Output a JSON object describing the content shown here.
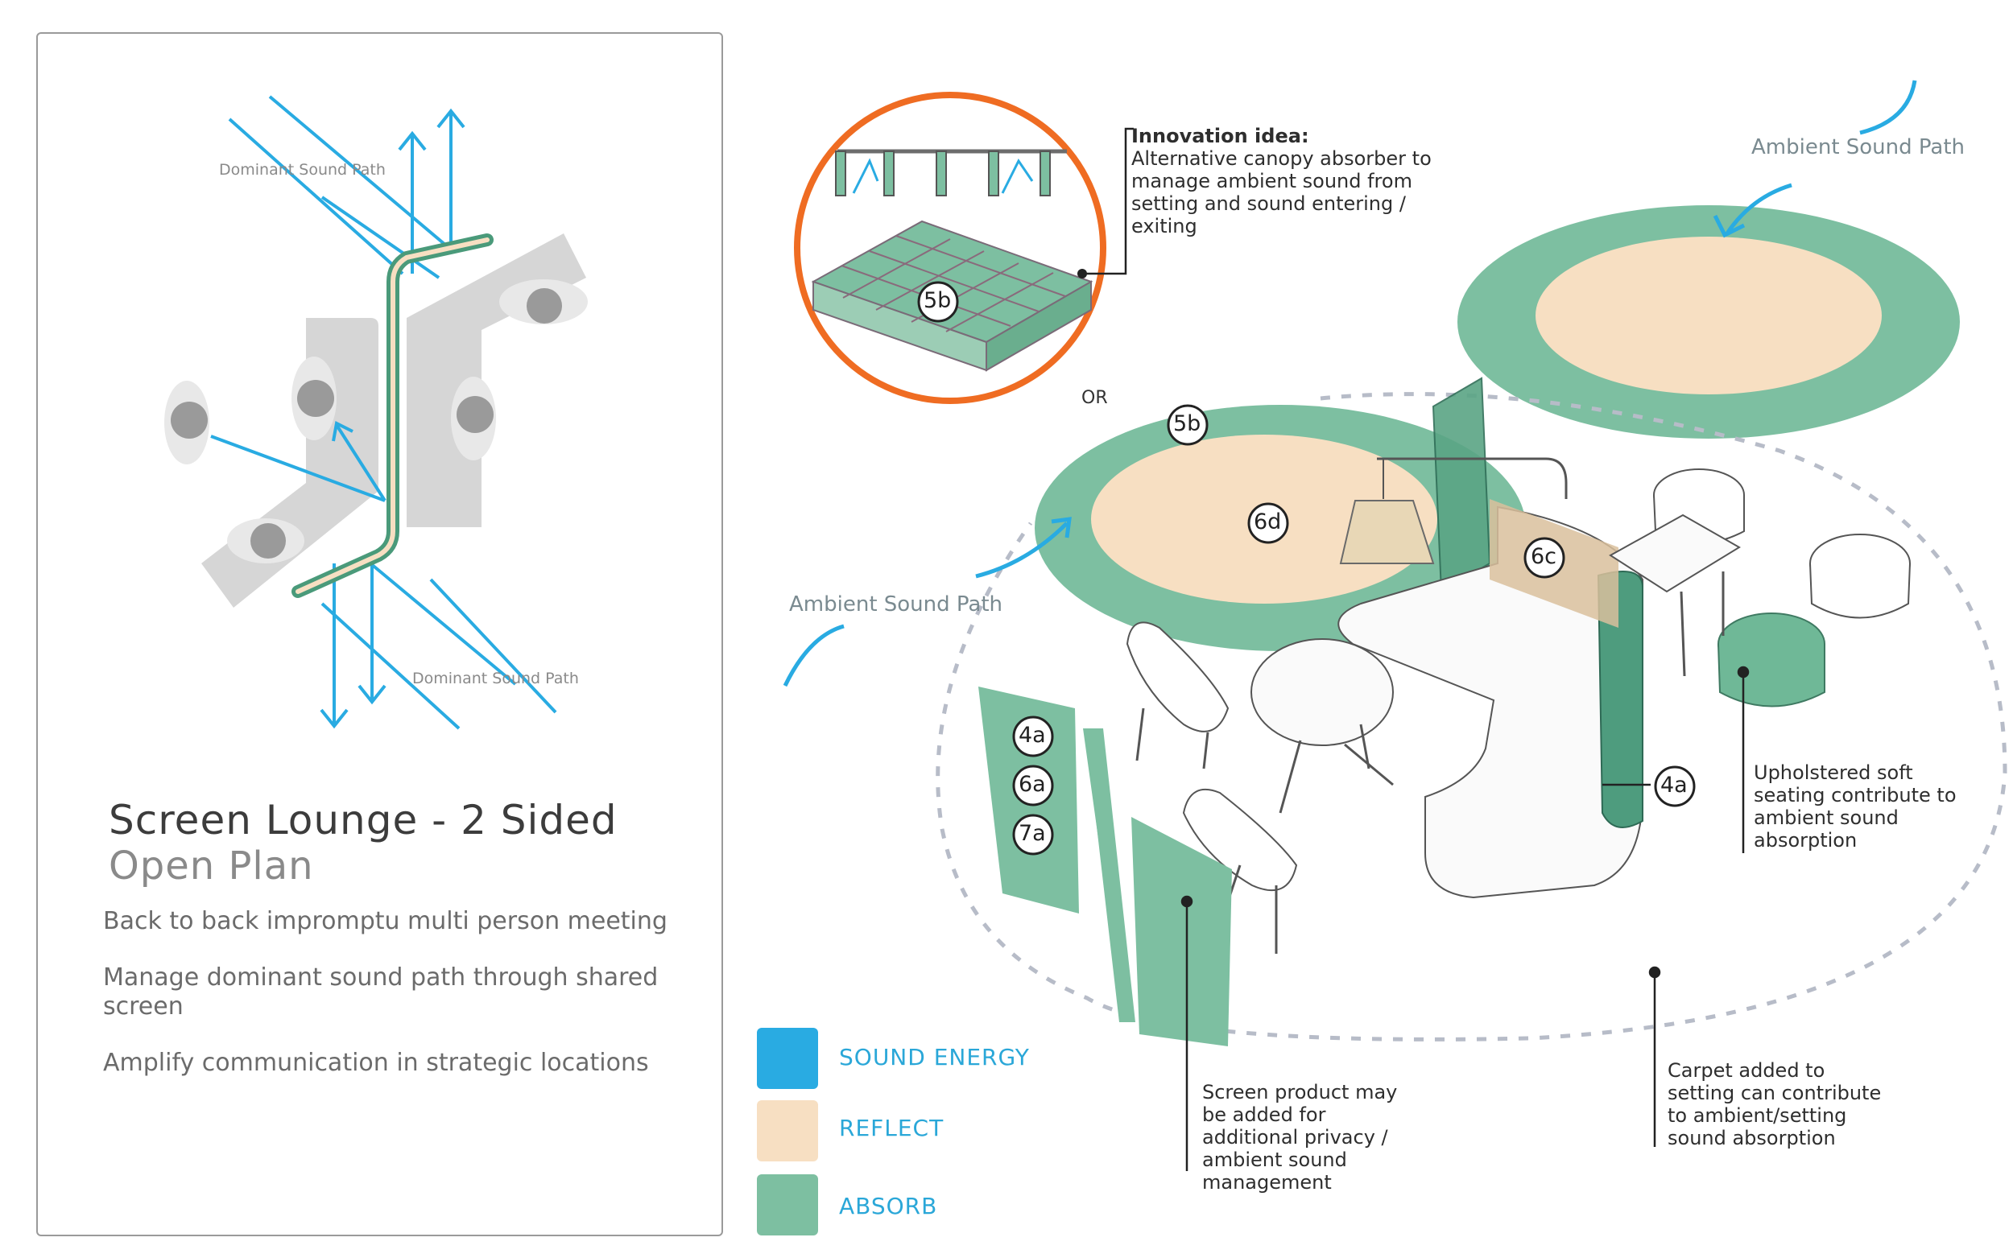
{
  "left_panel": {
    "title": "Screen Lounge - 2 Sided",
    "subtitle": "Open Plan",
    "bullets": [
      "Back to back impromptu multi person meeting",
      "Manage dominant sound path through shared screen",
      "Amplify communication in strategic locations"
    ],
    "dominant_label_top": "Dominant Sound Path",
    "dominant_label_bottom": "Dominant Sound Path"
  },
  "legend": {
    "items": [
      {
        "label": "SOUND ENERGY",
        "color": "#29abe2"
      },
      {
        "label": "REFLECT",
        "color": "#f7dfc2"
      },
      {
        "label": "ABSORB",
        "color": "#7dbfa1"
      }
    ]
  },
  "colors": {
    "sound": "#29abe2",
    "reflect": "#f7dfc2",
    "absorb": "#7dbfa1",
    "absorb_dark": "#4a9a7a",
    "orange": "#ef6c22",
    "furniture": "#d5d5d5"
  },
  "annotations": {
    "innovation_title": "Innovation idea:",
    "innovation_body": "Alternative canopy absorber to\nmanage ambient sound from\nsetting and sound entering /\nexiting",
    "or_label": "OR",
    "ambient_top": "Ambient Sound Path",
    "ambient_left": "Ambient Sound Path",
    "upholstered": "Upholstered soft\nseating contribute to\nambient sound\nabsorption",
    "screen_product": "Screen product may\nbe added for\nadditional privacy /\nambient sound\nmanagement",
    "carpet": "Carpet added to\nsetting can contribute\nto ambient/setting\nsound absorption"
  },
  "markers": {
    "m5b_canopy": "5b",
    "m5b_ring": "5b",
    "m6d": "6d",
    "m6c": "6c",
    "m4a_panel": "4a",
    "m6a_panel": "6a",
    "m7a_panel": "7a",
    "m4a_sofa": "4a"
  }
}
